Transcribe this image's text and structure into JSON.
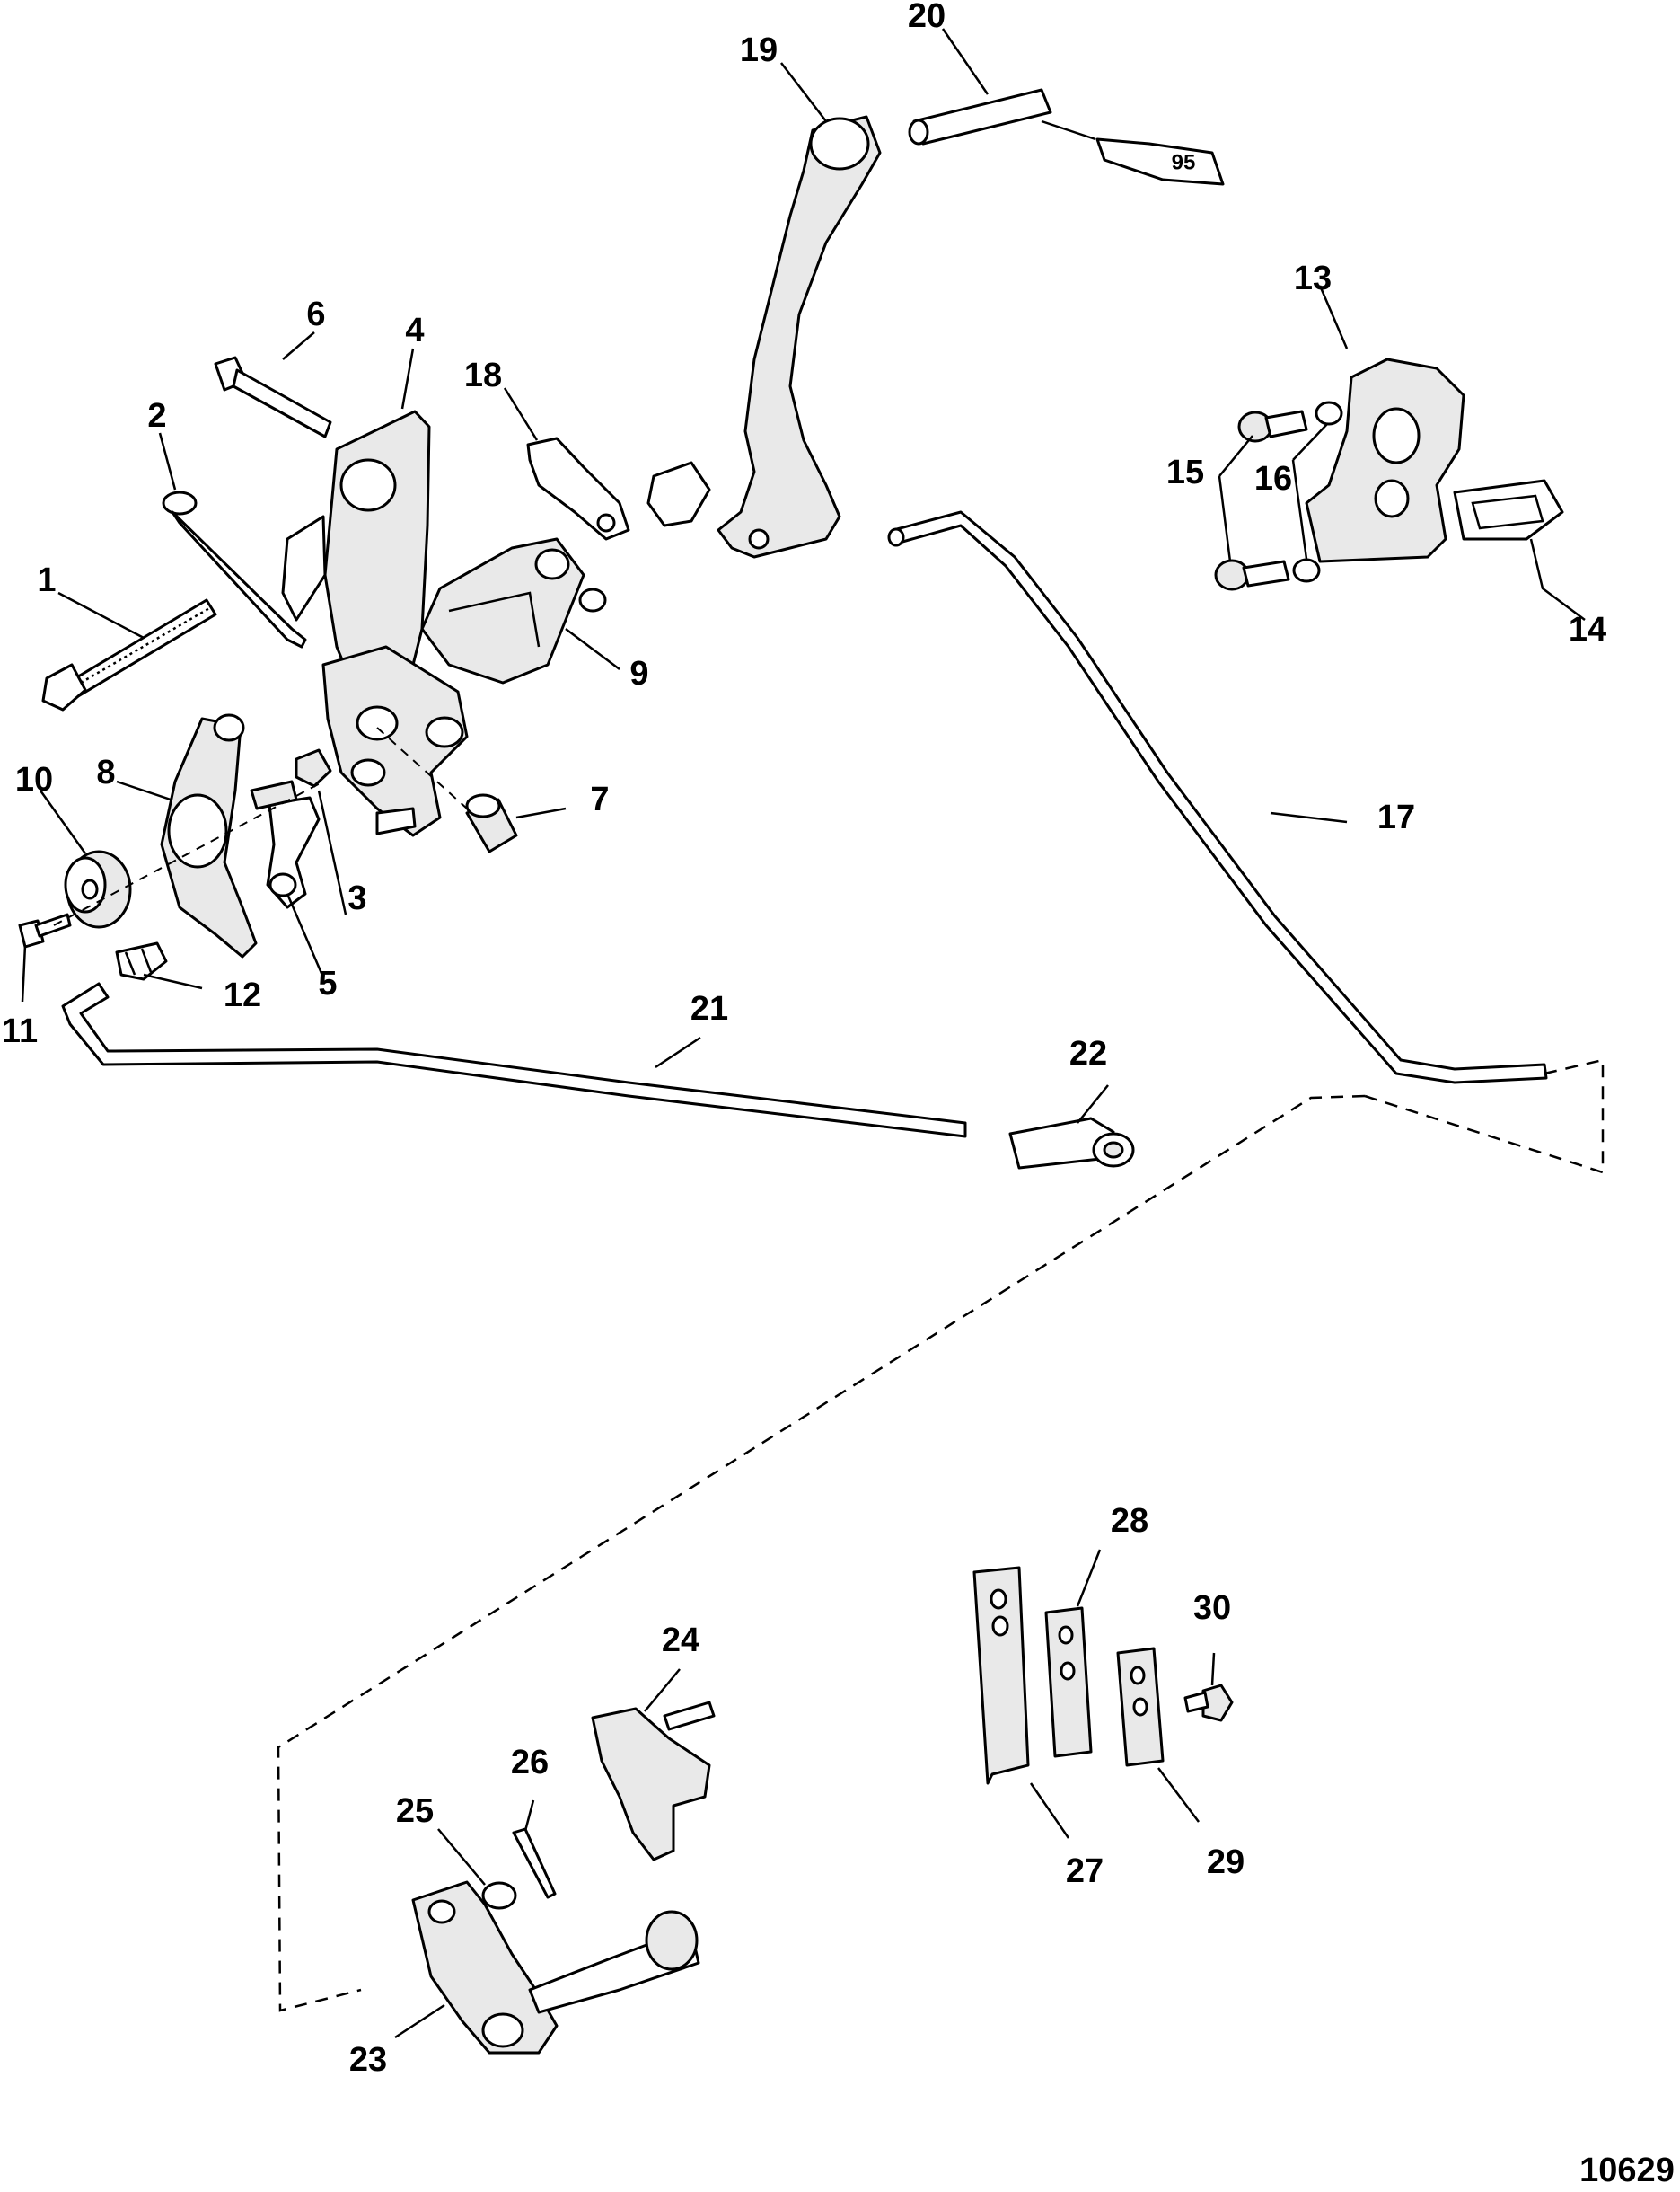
{
  "figure_number": "10629",
  "tube_label": "95",
  "callouts": [
    {
      "id": "1",
      "label": "1"
    },
    {
      "id": "2",
      "label": "2"
    },
    {
      "id": "3",
      "label": "3"
    },
    {
      "id": "4",
      "label": "4"
    },
    {
      "id": "5",
      "label": "5"
    },
    {
      "id": "6",
      "label": "6"
    },
    {
      "id": "7",
      "label": "7"
    },
    {
      "id": "8",
      "label": "8"
    },
    {
      "id": "9",
      "label": "9"
    },
    {
      "id": "10",
      "label": "10"
    },
    {
      "id": "11",
      "label": "11"
    },
    {
      "id": "12",
      "label": "12"
    },
    {
      "id": "13",
      "label": "13"
    },
    {
      "id": "14",
      "label": "14"
    },
    {
      "id": "15",
      "label": "15"
    },
    {
      "id": "16",
      "label": "16"
    },
    {
      "id": "17",
      "label": "17"
    },
    {
      "id": "18",
      "label": "18"
    },
    {
      "id": "19",
      "label": "19"
    },
    {
      "id": "20",
      "label": "20"
    },
    {
      "id": "21",
      "label": "21"
    },
    {
      "id": "22",
      "label": "22"
    },
    {
      "id": "23",
      "label": "23"
    },
    {
      "id": "24",
      "label": "24"
    },
    {
      "id": "25",
      "label": "25"
    },
    {
      "id": "26",
      "label": "26"
    },
    {
      "id": "27",
      "label": "27"
    },
    {
      "id": "28",
      "label": "28"
    },
    {
      "id": "29",
      "label": "29"
    },
    {
      "id": "30",
      "label": "30"
    }
  ]
}
